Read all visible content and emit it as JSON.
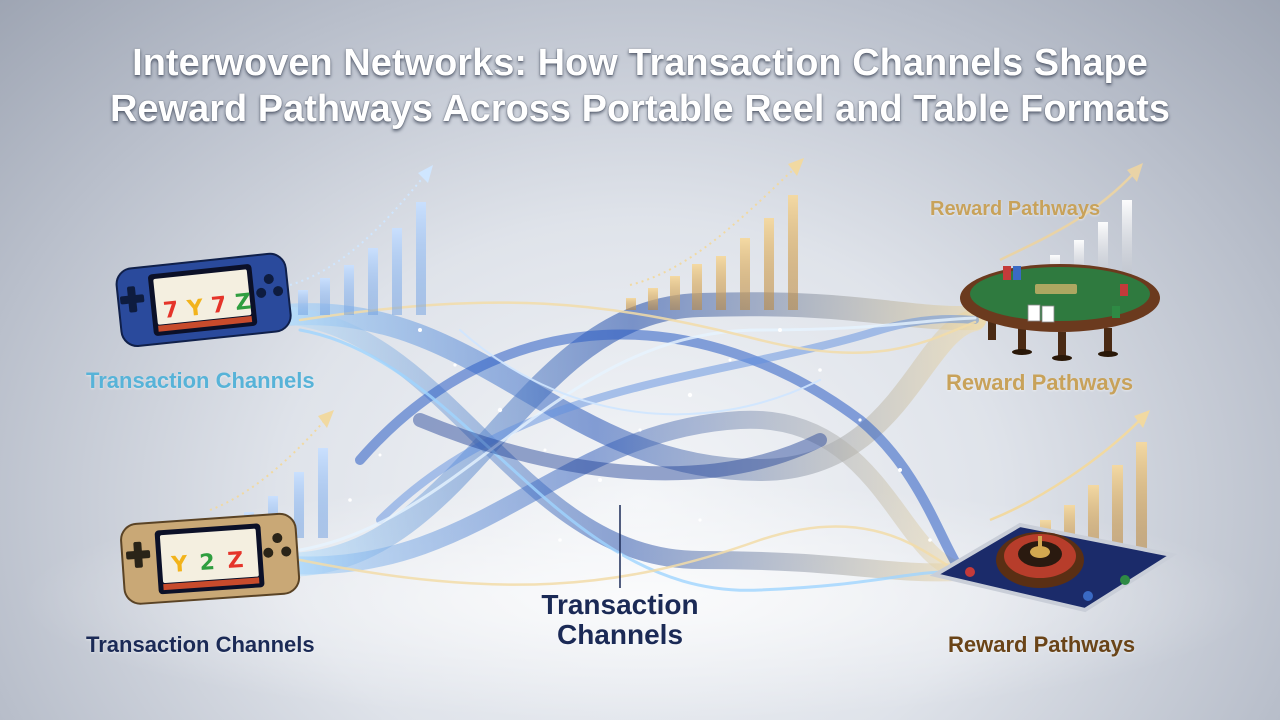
{
  "title": {
    "line1": "Interwoven Networks: How Transaction Channels Shape",
    "line2": "Reward Pathways Across Portable Reel and Table Formats"
  },
  "labels": {
    "transaction_top": "Transaction Channels",
    "transaction_bottom": "Transaction Channels",
    "transaction_center": "Transaction Channels",
    "reward_top": "Reward Pathways",
    "reward_mid": "Reward Pathways",
    "reward_bottom": "Reward Pathways"
  },
  "slot_symbols": {
    "top_device": [
      "7",
      "Y",
      "7",
      "Z"
    ],
    "bottom_device": [
      "Y",
      "2",
      "Z"
    ]
  },
  "colors": {
    "blue_stream": "#2f62c4",
    "light_stream": "#9fd4ff",
    "gold_stream": "#e8c98a",
    "gold_bar": "#d9a94e",
    "blue_bar": "#8fb6e8",
    "felt_green": "#2f7a3f",
    "table_wood": "#6b3a1e"
  },
  "icons": [
    "handheld-console-icon",
    "card-table-icon",
    "roulette-tablet-icon",
    "growth-arrow-icon"
  ]
}
